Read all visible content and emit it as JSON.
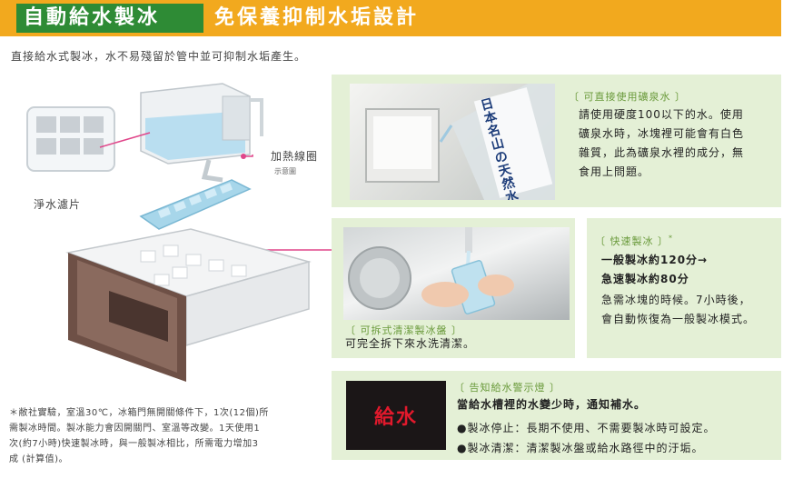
{
  "header": {
    "title": "自動給水製冰",
    "subtitle": "免保養抑制水垢設計"
  },
  "intro": "直接給水式製冰，水不易殘留於管中並可抑制水垢產生。",
  "diagram": {
    "heating_label": "加熱線圈",
    "heating_sub": "示意圖",
    "filter_label": "淨水濾片"
  },
  "mineral": {
    "title": "〔 可直接使用礦泉水 〕",
    "lines": [
      "請使用硬度100以下的水。使用",
      "礦泉水時，冰塊裡可能會有白色",
      "雜質，此為礦泉水裡的成分，無",
      "食用上問題。"
    ],
    "bottle_text": "日本名山の天然水"
  },
  "clean": {
    "title": "〔 可拆式清潔製冰盤 〕",
    "text": "可完全拆下來水洗清潔。"
  },
  "quick": {
    "title": "〔 快速製冰 〕",
    "mark": "*",
    "line1": "一般製冰約120分→",
    "line2": "急速製冰約80分",
    "line3": "急需冰塊的時候。7小時後，",
    "line4": "會自動恢復為一般製冰模式。"
  },
  "alert": {
    "title": "〔 告知給水警示燈 〕",
    "sign": "給水",
    "line1": "當給水槽裡的水變少時，通知補水。",
    "bullet1": "●製冰停止：長期不使用、不需要製冰時可設定。",
    "bullet2": "●製冰清潔：清潔製冰盤或給水路徑中的汙垢。"
  },
  "footnote": [
    "＊敝社實驗，室溫30℃，冰箱門無開關條件下，1次(12個)所",
    "需製冰時間。製冰能力會因開關門、室溫等改變。1天使用1",
    "次(約7小時)快速製冰時，與一般製冰相比，所需電力增加3",
    "成 (計算值)。"
  ],
  "colors": {
    "header_orange": "#f2a91e",
    "header_green": "#2e8b35",
    "panel_green": "#e4f0d6",
    "title_green": "#6a9a3b",
    "accent_pink": "#e0468a",
    "sign_red": "#e2192c"
  }
}
